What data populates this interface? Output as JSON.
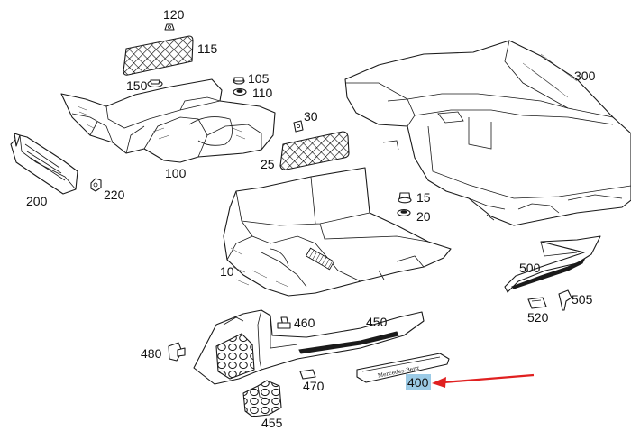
{
  "diagram": {
    "callouts": {
      "c120": "120",
      "c115": "115",
      "c105": "105",
      "c110": "110",
      "c150": "150",
      "c30": "30",
      "c300": "300",
      "c25": "25",
      "c100": "100",
      "c200": "200",
      "c220": "220",
      "c15": "15",
      "c20": "20",
      "c10": "10",
      "c500": "500",
      "c505": "505",
      "c520": "520",
      "c460": "460",
      "c450": "450",
      "c480": "480",
      "c470": "470",
      "c400": "400",
      "c455": "455"
    },
    "sill_badge_text": "Mercedes-Benz",
    "highlight_color": "#9ccbe6",
    "arrow_color": "#e02020"
  }
}
